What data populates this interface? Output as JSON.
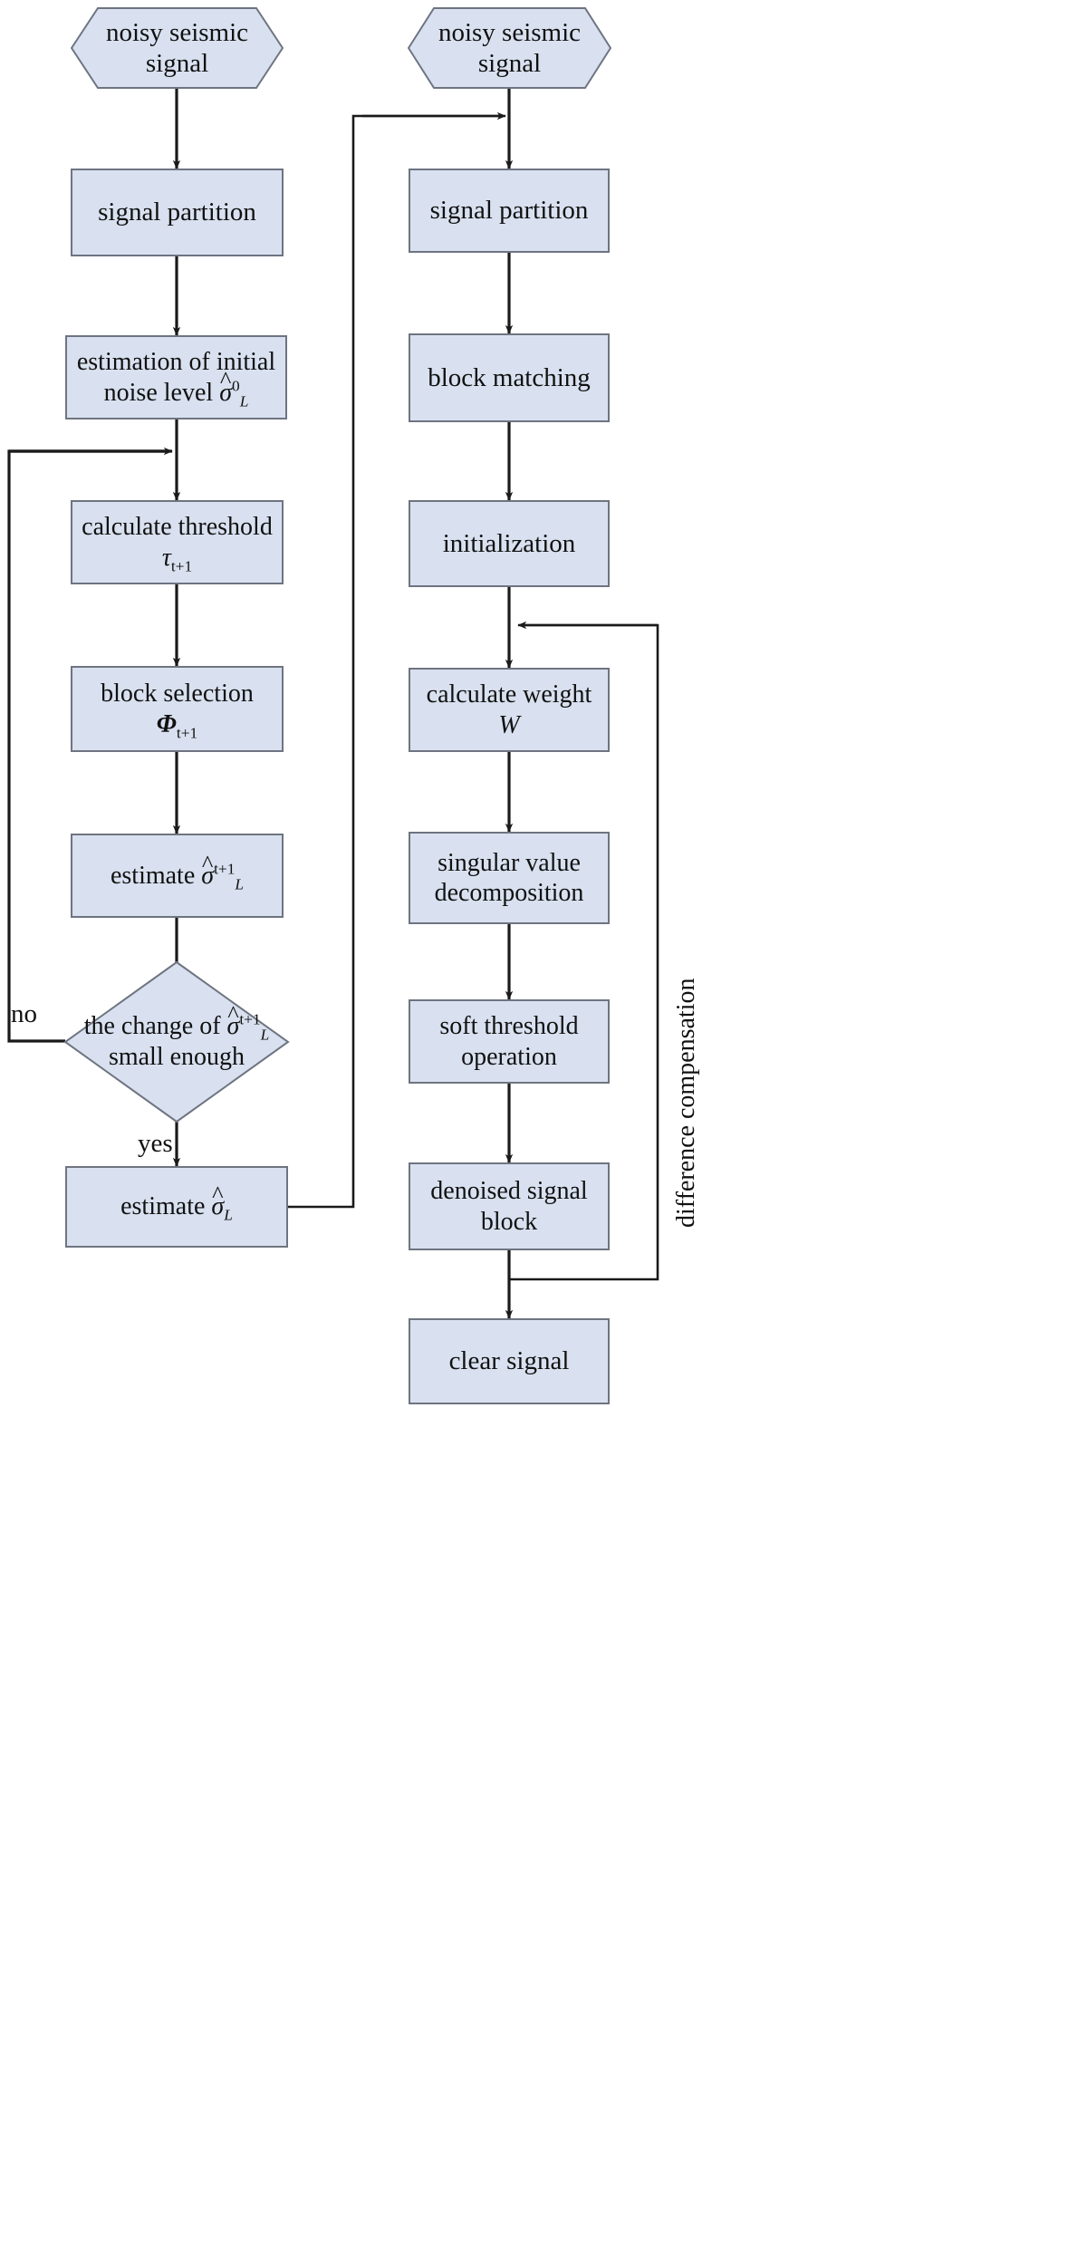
{
  "diagram": {
    "type": "flowchart",
    "title": "seismic signal denoising flowchart",
    "colors": {
      "node_fill": "#d9e1f0",
      "node_border": "#6e7480",
      "edge": "#1a1a1a",
      "text": "#111111",
      "background": "#ffffff"
    },
    "left_column": {
      "nodes": [
        {
          "id": "l1",
          "shape": "hexagon",
          "line1": "noisy seismic",
          "line2": "signal"
        },
        {
          "id": "l2",
          "shape": "rect",
          "line1": "signal partition",
          "line2": ""
        },
        {
          "id": "l3",
          "shape": "rect",
          "line1": "estimation of initial",
          "line2": "noise level ",
          "math": "sigma_hat_0_L"
        },
        {
          "id": "l4",
          "shape": "rect",
          "line1": "calculate threshold",
          "line2": "",
          "math": "tau_t+1"
        },
        {
          "id": "l5",
          "shape": "rect",
          "line1": "block selection",
          "line2": "",
          "math": "Phi_t+1"
        },
        {
          "id": "l6",
          "shape": "rect",
          "line1": "estimate ",
          "line2": "",
          "math": "sigma_hat_t+1_L"
        },
        {
          "id": "l7",
          "shape": "diamond",
          "line1": "the change of ",
          "line2": "small enough",
          "math": "sigma_hat_t+1_L"
        },
        {
          "id": "l8",
          "shape": "rect",
          "line1": "estimate ",
          "line2": "",
          "math": "sigma_hat_L"
        }
      ],
      "edge_labels": {
        "no": "no",
        "yes": "yes"
      }
    },
    "right_column": {
      "nodes": [
        {
          "id": "r1",
          "shape": "hexagon",
          "line1": "noisy seismic",
          "line2": "signal"
        },
        {
          "id": "r2",
          "shape": "rect",
          "line1": "signal partition",
          "line2": ""
        },
        {
          "id": "r3",
          "shape": "rect",
          "line1": "block matching",
          "line2": ""
        },
        {
          "id": "r4",
          "shape": "rect",
          "line1": "initialization",
          "line2": ""
        },
        {
          "id": "r5",
          "shape": "rect",
          "line1": "calculate weight",
          "line2": "",
          "math": "W"
        },
        {
          "id": "r6",
          "shape": "rect",
          "line1": "singular value",
          "line2": "decomposition"
        },
        {
          "id": "r7",
          "shape": "rect",
          "line1": "soft threshold",
          "line2": "operation"
        },
        {
          "id": "r8",
          "shape": "rect",
          "line1": "denoised signal",
          "line2": "block"
        },
        {
          "id": "r9",
          "shape": "rect",
          "line1": "clear signal",
          "line2": ""
        }
      ],
      "feedback_label": "difference compensation"
    },
    "math_labels": {
      "sigma_hat_0_L": "σ̂⁰_L",
      "tau_t1": "τ_{t+1}",
      "phi_t1": "Φ_{t+1}",
      "sigma_hat_t1_L": "σ̂^{t+1}_L",
      "sigma_hat_L": "σ̂_L",
      "W": "W"
    }
  }
}
